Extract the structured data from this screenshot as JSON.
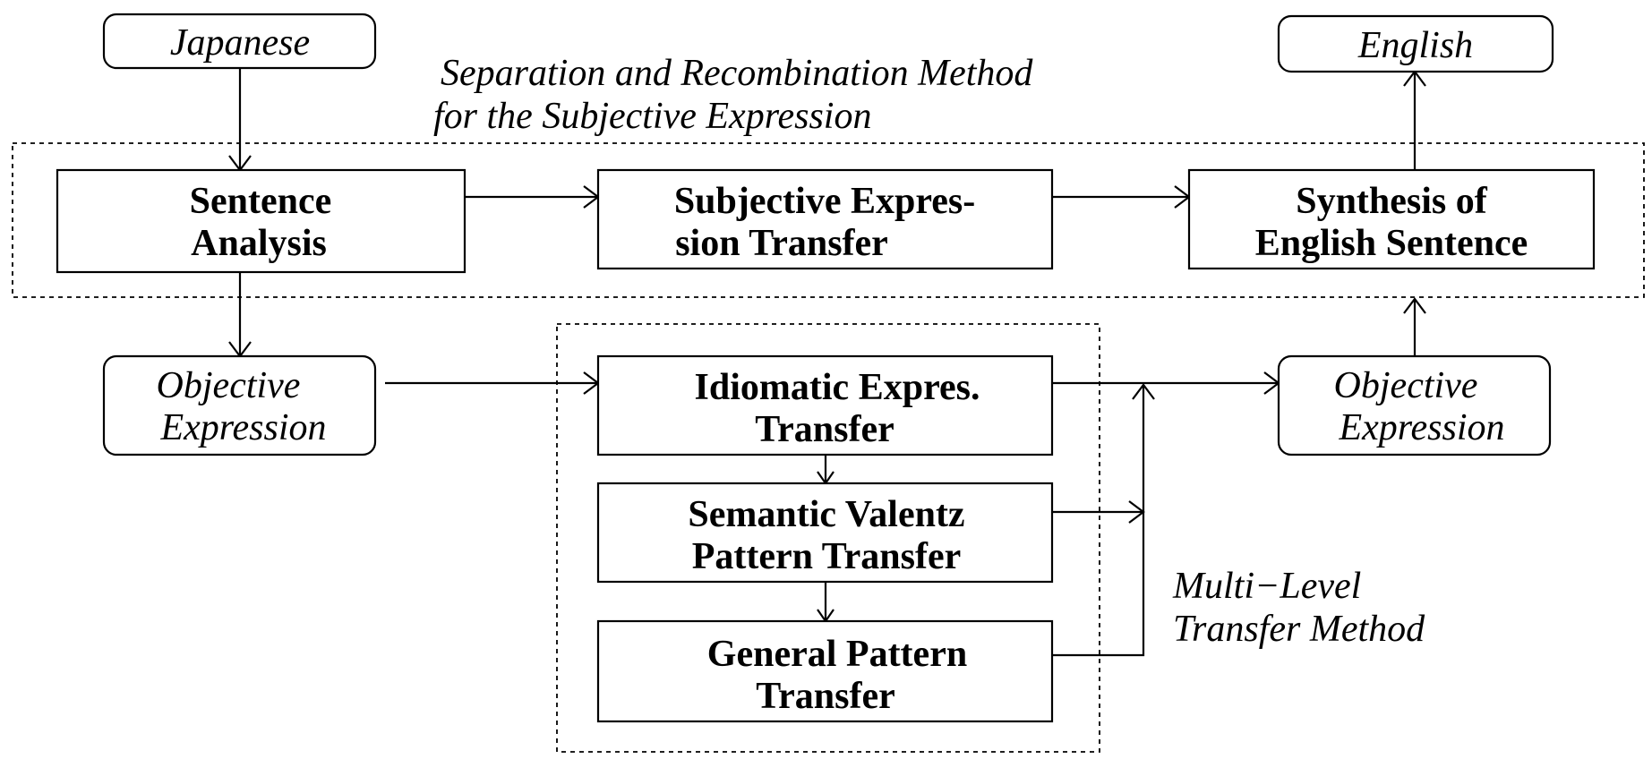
{
  "nodes": {
    "japanese": "Japanese",
    "english": "English",
    "sentence_analysis": [
      "Sentence",
      "Analysis"
    ],
    "subjective_transfer": [
      "Subjective Expres-",
      "sion Transfer"
    ],
    "synthesis": [
      "Synthesis of",
      "English Sentence"
    ],
    "objective_left": [
      "Objective",
      "Expression"
    ],
    "objective_right": [
      "Objective",
      "Expression"
    ],
    "idiomatic": [
      "Idiomatic Expres.",
      "Transfer"
    ],
    "semantic_valentz": [
      "Semantic Valentz",
      "Pattern Transfer"
    ],
    "general_pattern": [
      "General Pattern",
      "Transfer"
    ]
  },
  "regions": {
    "separation_method": [
      "Separation and Recombination Method",
      "for the Subjective Expression"
    ],
    "multi_level_method": [
      "Multi−Level",
      "Transfer Method"
    ]
  }
}
